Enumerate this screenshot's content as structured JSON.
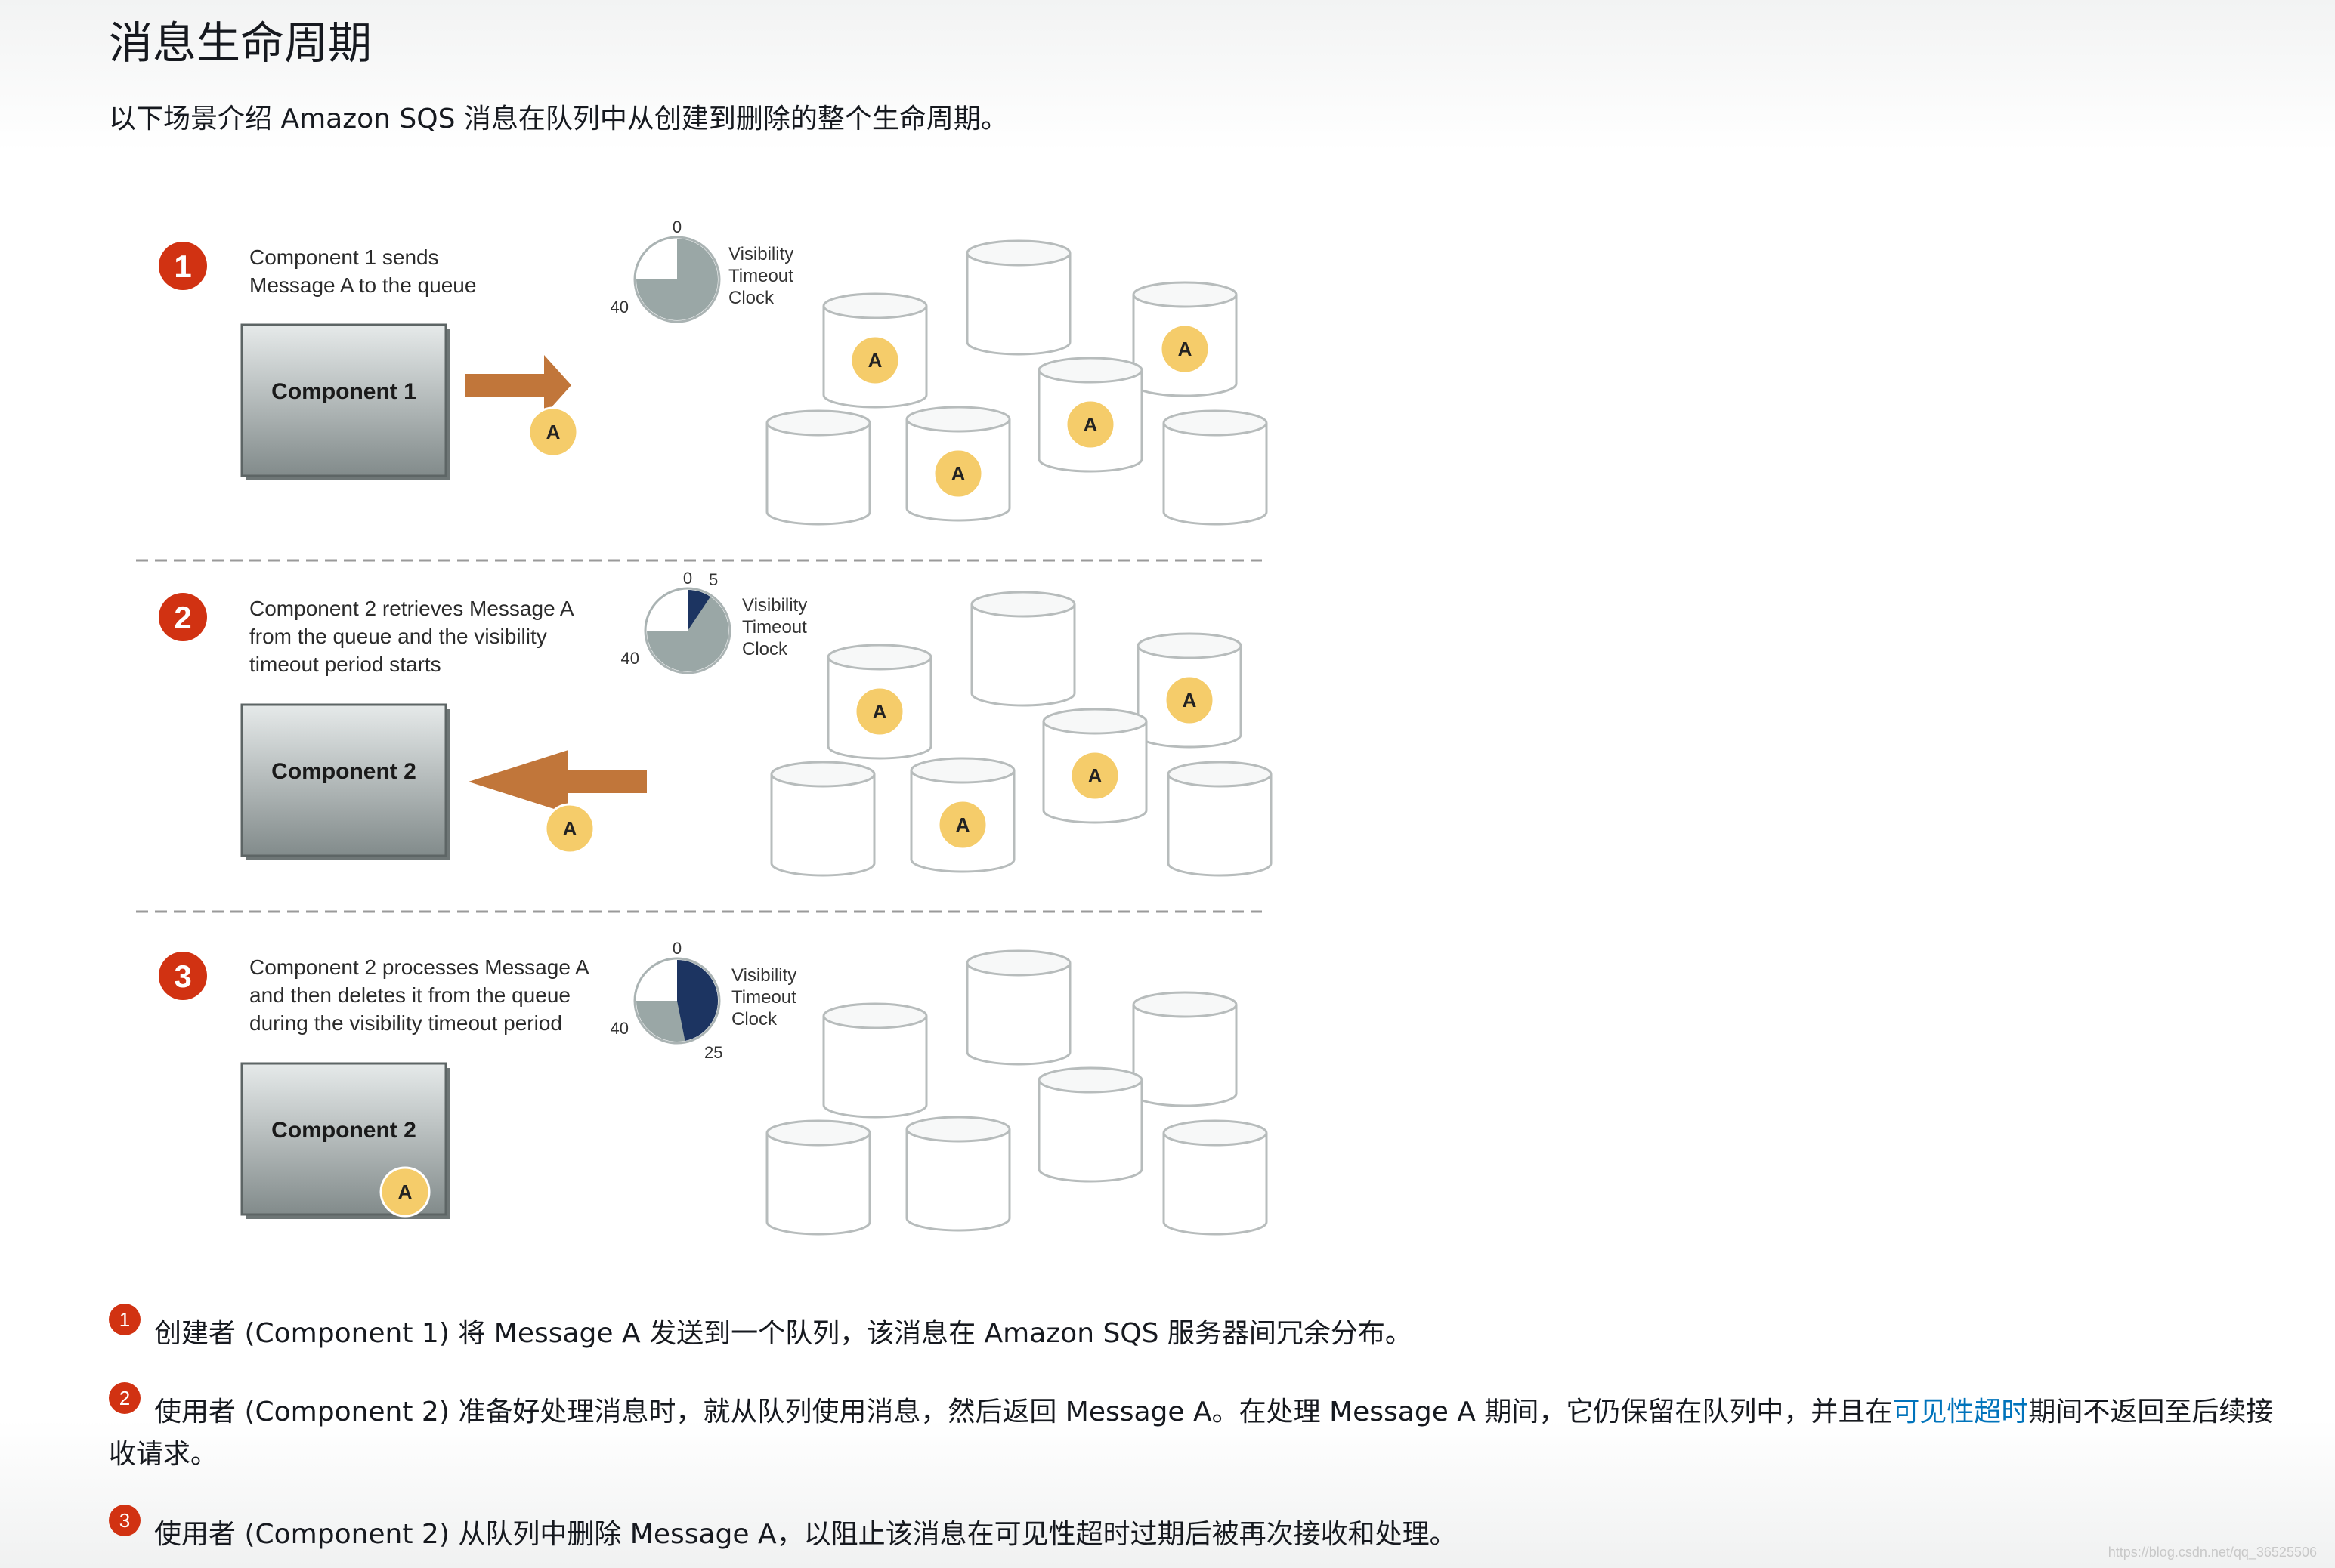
{
  "page": {
    "title": "消息生命周期",
    "intro": "以下场景介绍 Amazon SQS 消息在队列中从创建到删除的整个生命周期。"
  },
  "diagram": {
    "message_label": "A",
    "clock_label": [
      "Visibility",
      "Timeout",
      "Clock"
    ],
    "panels": [
      {
        "number": "1",
        "caption": [
          "Component 1 sends",
          "Message A to the queue"
        ],
        "component": "Component 1",
        "clock_ticks": {
          "top": "0",
          "left": "40"
        },
        "clock_elapsed": 0,
        "arrow": "right"
      },
      {
        "number": "2",
        "caption": [
          "Component 2 retrieves Message A",
          "from the queue and the visibility",
          "timeout period starts"
        ],
        "component": "Component 2",
        "clock_ticks": {
          "top": "0",
          "mid": "5",
          "left": "40"
        },
        "clock_elapsed": 5,
        "arrow": "left"
      },
      {
        "number": "3",
        "caption": [
          "Component 2 processes Message A",
          "and then deletes it from the queue",
          "during the visibility timeout period"
        ],
        "component": "Component 2",
        "clock_ticks": {
          "top": "0",
          "left": "40",
          "bottom": "25"
        },
        "clock_elapsed": 25,
        "arrow": "none"
      }
    ],
    "colors": {
      "badge": "#d13212",
      "arrow": "#c1763a",
      "message": "#f5cc6a",
      "elapsed": "#1c3461",
      "remaining": "#9aa7a6"
    }
  },
  "steps": [
    {
      "num": "1",
      "text": "创建者 (Component 1) 将 Message A 发送到一个队列，该消息在 Amazon SQS 服务器间冗余分布。"
    },
    {
      "num": "2",
      "text_before": "使用者 (Component 2) 准备好处理消息时，就从队列使用消息，然后返回 Message A。在处理 Message A 期间，它仍保留在队列中，并且在",
      "link": "可见性超时",
      "text_after": "期间不返回至后续接收请求。"
    },
    {
      "num": "3",
      "text": "使用者 (Component 2) 从队列中删除 Message A，以阻止该消息在可见性超时过期后被再次接收和处理。"
    }
  ],
  "watermark": "https://blog.csdn.net/qq_36525506"
}
